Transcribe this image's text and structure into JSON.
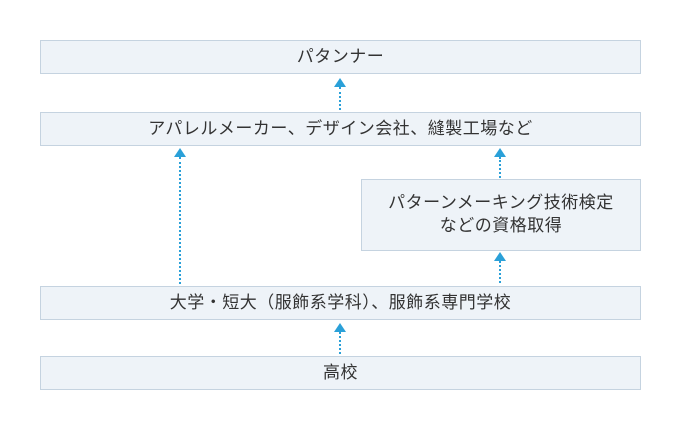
{
  "diagram": {
    "nodes": {
      "pattern_maker": "パタンナー",
      "apparel_companies": "アパレルメーカー、デザイン会社、縫製工場など",
      "certification_line1": "パターンメーキング技術検定",
      "certification_line2": "などの資格取得",
      "university": "大学・短大（服飾系学科）、服飾系専門学校",
      "high_school": "高校"
    },
    "colors": {
      "box_fill": "#eef3f8",
      "box_border": "#c5d3e0",
      "arrow": "#2aa0d8",
      "text": "#333333"
    },
    "edges": [
      {
        "from": "high_school",
        "to": "university"
      },
      {
        "from": "university",
        "to": "certification"
      },
      {
        "from": "university",
        "to": "apparel_companies"
      },
      {
        "from": "certification",
        "to": "apparel_companies"
      },
      {
        "from": "apparel_companies",
        "to": "pattern_maker"
      }
    ]
  }
}
